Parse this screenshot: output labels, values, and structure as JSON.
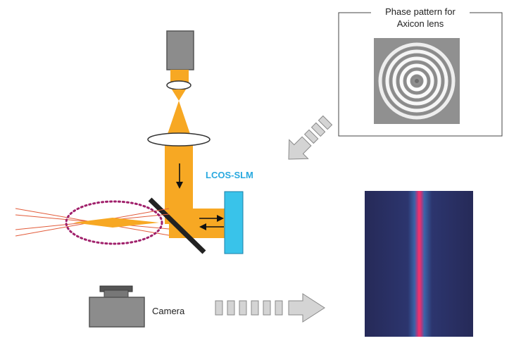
{
  "inset": {
    "title_line1": "Phase pattern for",
    "title_line2": "Axicon lens"
  },
  "slm": {
    "label": "LCOS-SLM"
  },
  "camera": {
    "label": "Camera"
  },
  "colors": {
    "beam": "#f7a823",
    "slm": "#39c3ea",
    "slm_label": "#29a9df",
    "focus_ellipse": "#a0206b",
    "laser_lines": "#e25b3a",
    "arrow_fill": "#d4d4d4",
    "arrow_stroke": "#888888",
    "result_bg": "#262a58",
    "result_line": "#d72f6f"
  }
}
